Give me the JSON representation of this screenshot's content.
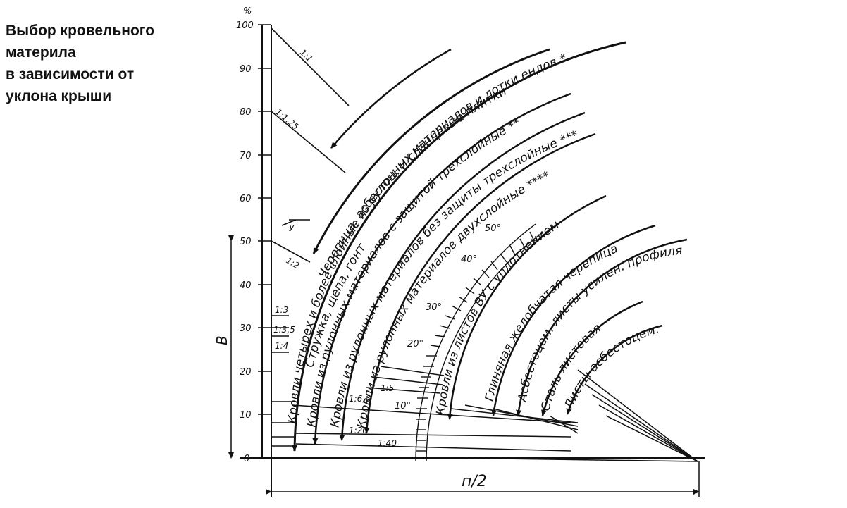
{
  "caption": {
    "line1": "Выбор кровельного",
    "line2": "материла",
    "line3": "в зависимости от",
    "line4": "уклона крыши"
  },
  "axis": {
    "unit": "%",
    "ticks": [
      "0",
      "10",
      "20",
      "30",
      "40",
      "50",
      "60",
      "70",
      "80",
      "90",
      "100"
    ],
    "b_label": "В",
    "half_label": "п/2"
  },
  "ratios": {
    "r1_1": "1:1",
    "r1_125": "1:1,25",
    "r1_2": "1:2",
    "r1_3": "1:3",
    "r1_35": "1:3,5",
    "r1_4": "1:4",
    "r1_5": "1:5",
    "r1_66": "1:6,6",
    "r1_20": "1:20",
    "r1_40": "1:40"
  },
  "angles": {
    "a10": "10°",
    "a20": "20°",
    "a30": "30°",
    "a40": "40°",
    "a50": "50°"
  },
  "callout": "У",
  "bands": {
    "b1": "Стружка, щепа, гонт",
    "b2": "Черепица, асбестоц. и сланцевые плитки",
    "b3": "Кровли четырех и более слойные из рулонных материалов и лотки ендов *",
    "b4": "Кровли из рулонных материалов с защитой трехслойные **",
    "b5": "Кровли из рулонных материалов без защиты трехслойные ***",
    "b6": "Кровли из рулонных материалов двухслойные ****",
    "b7": "Кровли из листов ВУ с уплотнением",
    "b8": "Глиняная желобчатая черепица",
    "b9": "Асбестоцем. листы усилен. профиля",
    "b10": "Сталь листовая",
    "b11": "Листы асбестоцем. обыкновен. профиля"
  }
}
